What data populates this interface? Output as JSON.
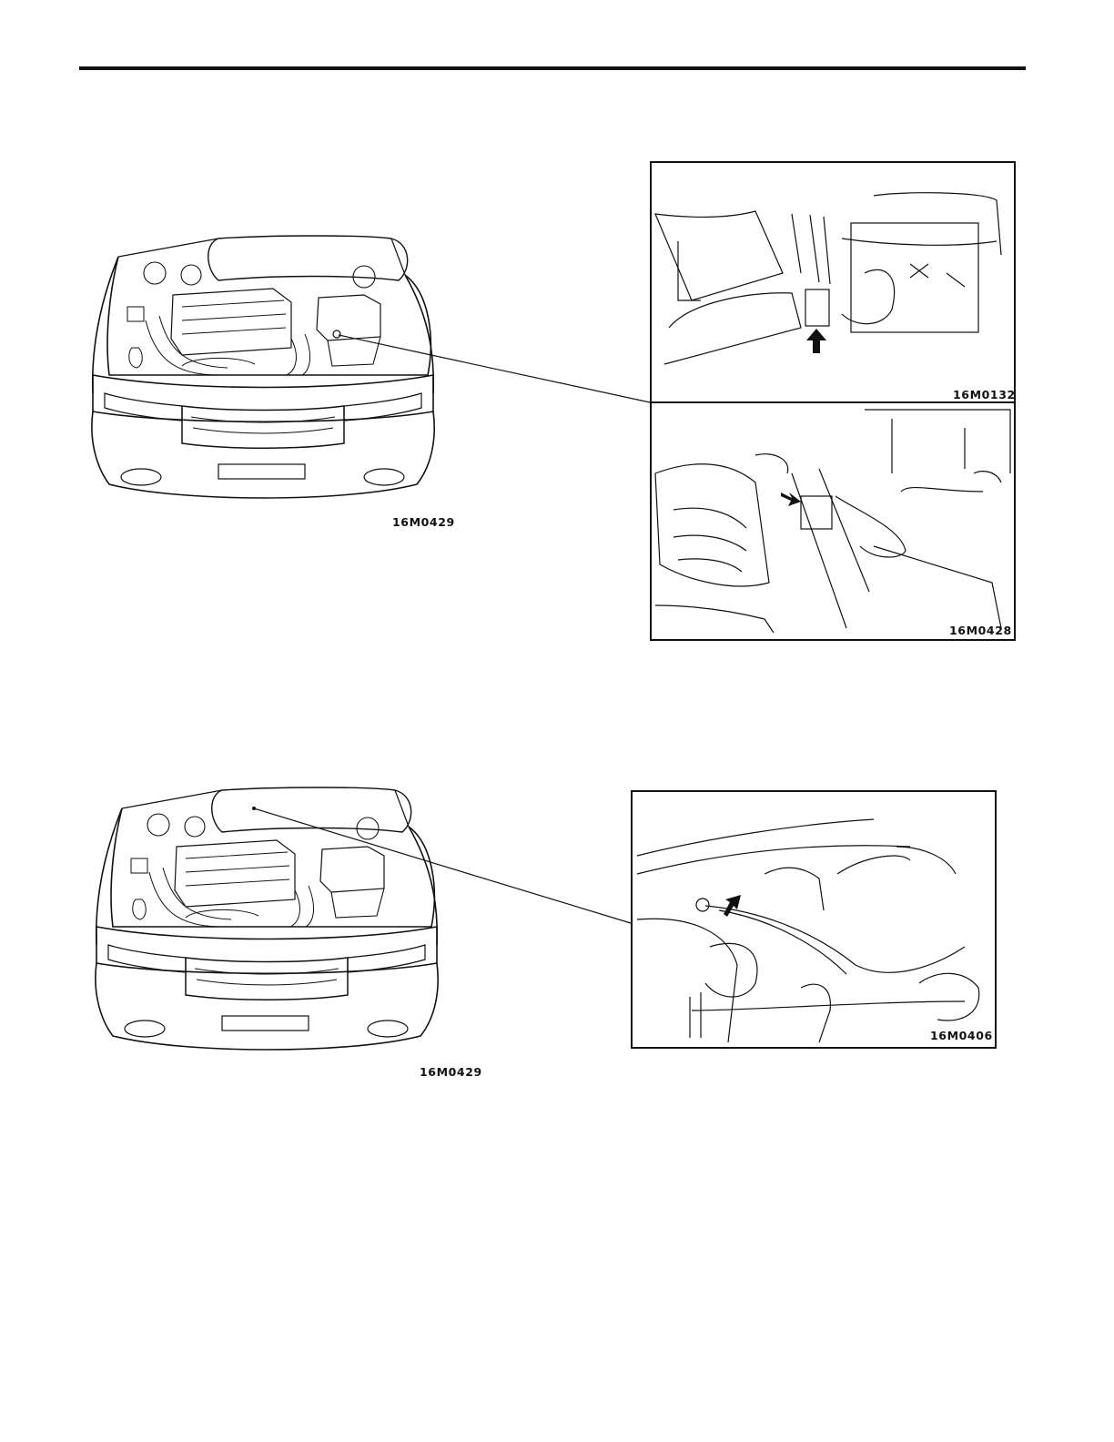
{
  "figures": {
    "top_car_code": "16M0429",
    "top_detail_upper_code": "16M0132",
    "top_detail_lower_code": "16M0428",
    "bottom_car_code": "16M0429",
    "bottom_detail_code": "16M0406"
  },
  "colors": {
    "ink": "#111111",
    "paper": "#ffffff"
  }
}
